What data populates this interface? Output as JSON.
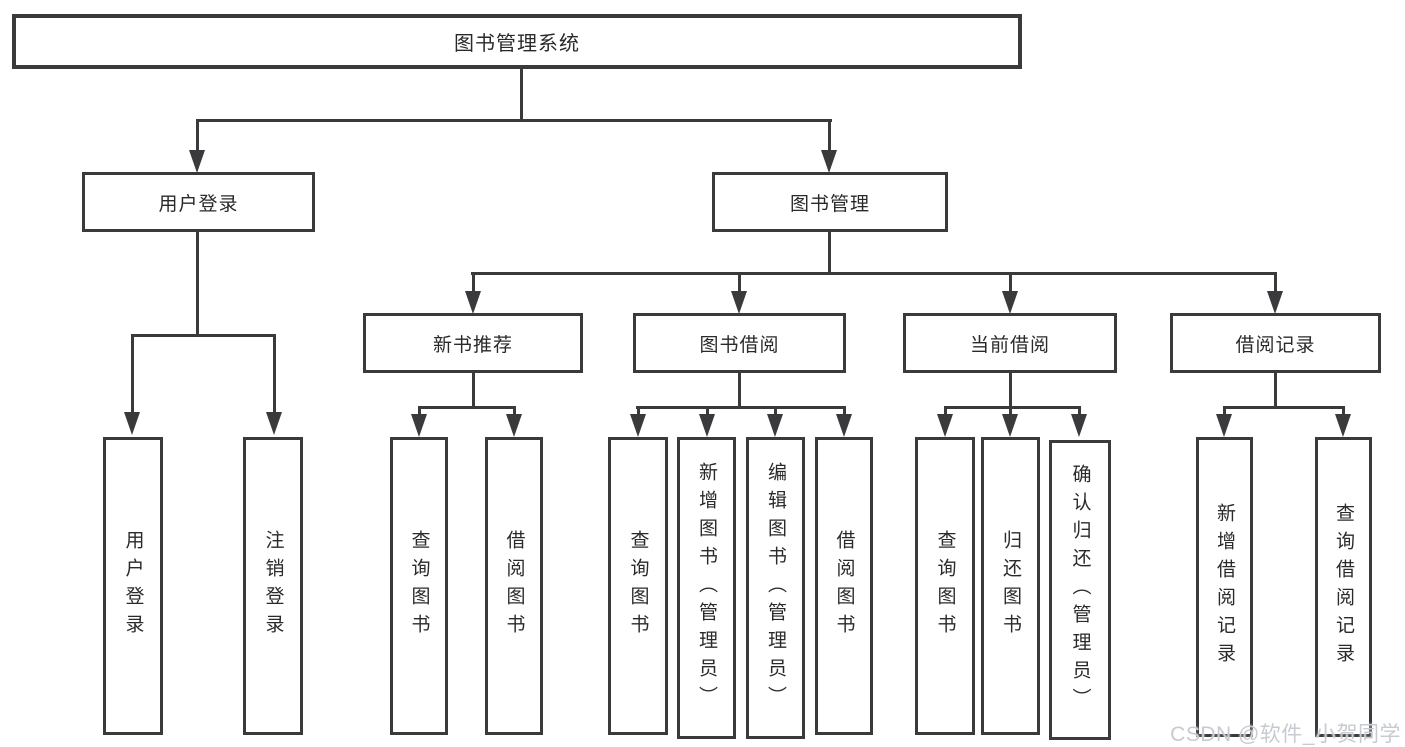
{
  "colors": {
    "line": "#3a3a3c",
    "text": "#2a2a2c",
    "background": "#ffffff",
    "watermark": "#c7cbd1"
  },
  "watermark": {
    "text": "CSDN @软件_小贺同学"
  },
  "tree": {
    "root": {
      "label": "图书管理系统"
    },
    "branches": [
      {
        "label": "用户登录",
        "children": [
          {
            "label": "用户登录"
          },
          {
            "label": "注销登录"
          }
        ]
      },
      {
        "label": "图书管理",
        "children": [
          {
            "label": "新书推荐",
            "children": [
              {
                "label": "查询图书"
              },
              {
                "label": "借阅图书"
              }
            ]
          },
          {
            "label": "图书借阅",
            "children": [
              {
                "label": "查询图书"
              },
              {
                "label": "新增图书（管理员）"
              },
              {
                "label": "编辑图书（管理员）"
              },
              {
                "label": "借阅图书"
              }
            ]
          },
          {
            "label": "当前借阅",
            "children": [
              {
                "label": "查询图书"
              },
              {
                "label": "归还图书"
              },
              {
                "label": "确认归还（管理员）"
              }
            ]
          },
          {
            "label": "借阅记录",
            "children": [
              {
                "label": "新增借阅记录"
              },
              {
                "label": "查询借阅记录"
              }
            ]
          }
        ]
      }
    ]
  }
}
